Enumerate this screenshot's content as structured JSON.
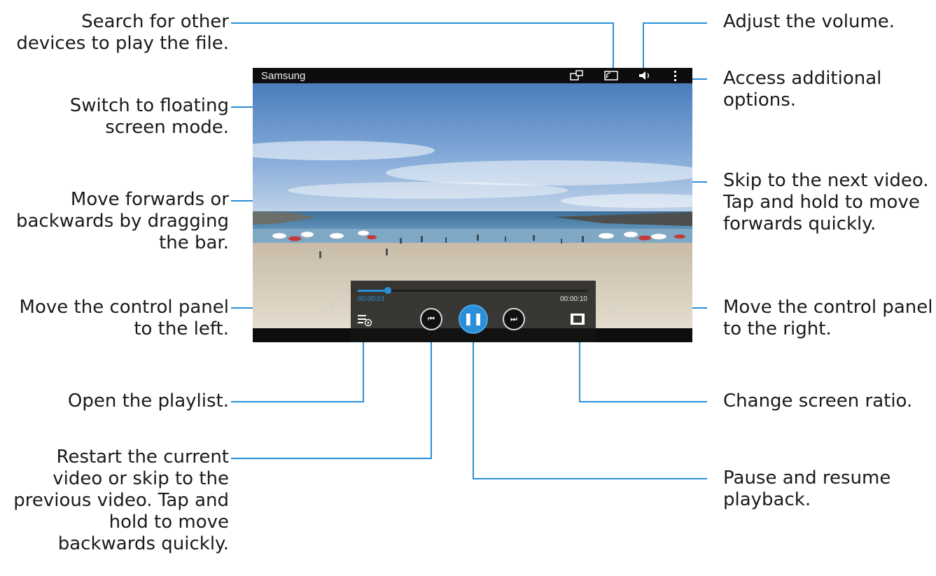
{
  "annotations": {
    "search_devices": [
      "Search for other",
      "devices to play the file."
    ],
    "floating_mode": [
      "Switch to floating",
      "screen mode."
    ],
    "seek_bar": [
      "Move forwards or",
      "backwards by dragging",
      "the bar."
    ],
    "move_left": [
      "Move the control panel",
      "to the left."
    ],
    "playlist": [
      "Open the playlist."
    ],
    "previous": [
      "Restart the current",
      "video or skip to the",
      "previous video. Tap and",
      "hold to move",
      "backwards quickly."
    ],
    "volume": [
      "Adjust the volume."
    ],
    "more_options": [
      "Access additional",
      "options."
    ],
    "next": [
      "Skip to the next video.",
      "Tap and hold to move",
      "forwards quickly."
    ],
    "move_right": [
      "Move the control panel",
      "to the right."
    ],
    "screen_ratio": [
      "Change screen ratio."
    ],
    "pause": [
      "Pause and resume",
      "playback."
    ]
  },
  "player": {
    "title": "Samsung",
    "elapsed": "00:00:01",
    "total": "00:00:10",
    "progress_fraction": 0.13,
    "accent_color": "#2a8fd8",
    "icons": {
      "floating": "floating-window-icon",
      "devices": "screen-share-icon",
      "volume": "speaker-icon",
      "more": "more-vertical-icon",
      "playlist": "playlist-icon",
      "previous": "skip-previous-icon",
      "pause": "pause-icon",
      "next": "skip-next-icon",
      "ratio": "screen-ratio-icon",
      "left": "triangle-left-icon",
      "right": "triangle-right-icon"
    }
  }
}
